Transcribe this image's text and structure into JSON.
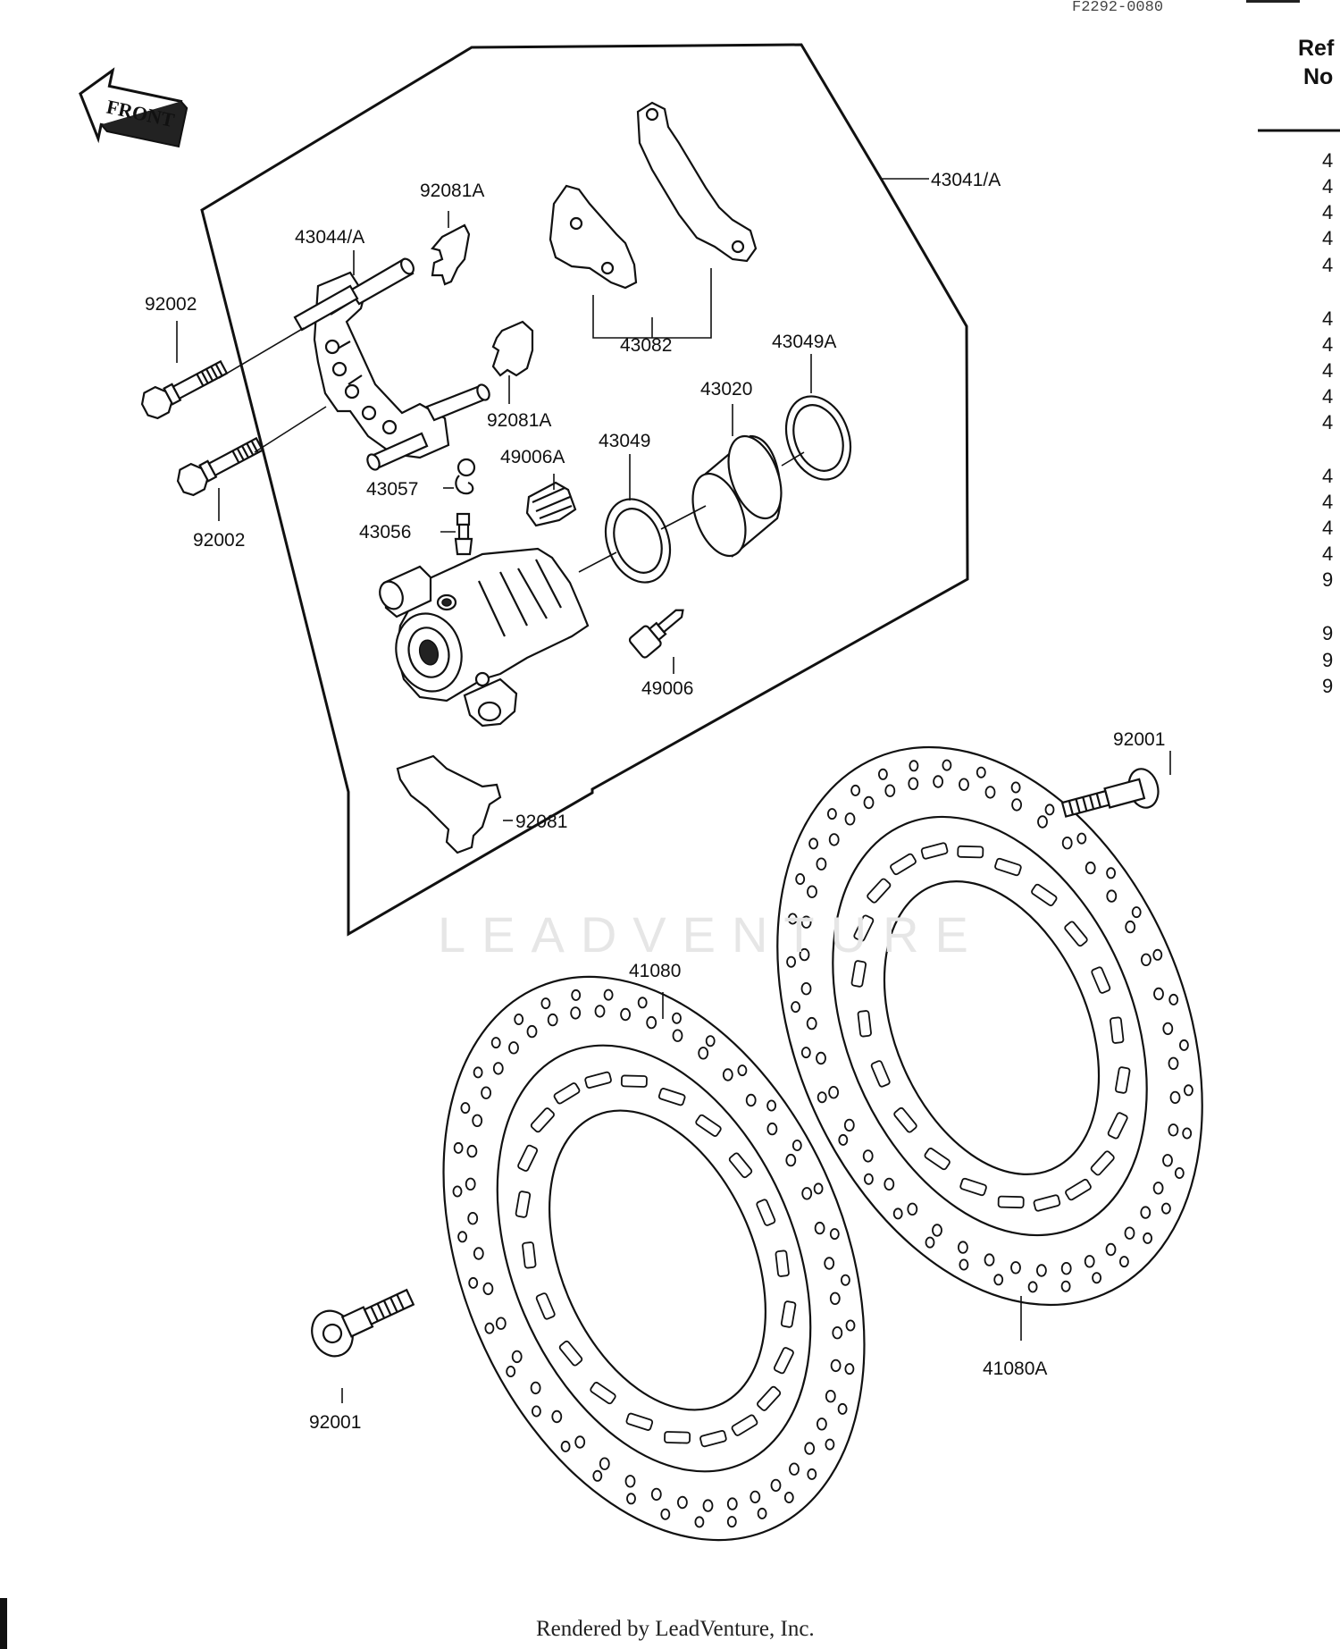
{
  "diagram": {
    "code": "F2292-0080",
    "direction_label": "FRONT",
    "watermark": "LEADVENTURE",
    "footer": "Rendered by LeadVenture, Inc.",
    "side_table": {
      "header_line1": "Ref",
      "header_line2": "No",
      "rows": [
        "4",
        "4",
        "4",
        "4",
        "4",
        "4",
        "4",
        "4",
        "4",
        "4",
        "4",
        "4",
        "4",
        "4",
        "9",
        "9",
        "9",
        "9"
      ]
    },
    "parts": {
      "p43041A": "43041/A",
      "p92081A_top": "92081A",
      "p43044A": "43044/A",
      "p92002_top": "92002",
      "p43082": "43082",
      "p43049A": "43049A",
      "p43020": "43020",
      "p92081A_mid": "92081A",
      "p43049": "43049",
      "p49006A": "49006A",
      "p43057": "43057",
      "p43056": "43056",
      "p92002_bottom": "92002",
      "p49006": "49006",
      "p92081": "92081",
      "p92001_right": "92001",
      "p41080": "41080",
      "p41080A": "41080A",
      "p92001_left": "92001"
    }
  }
}
